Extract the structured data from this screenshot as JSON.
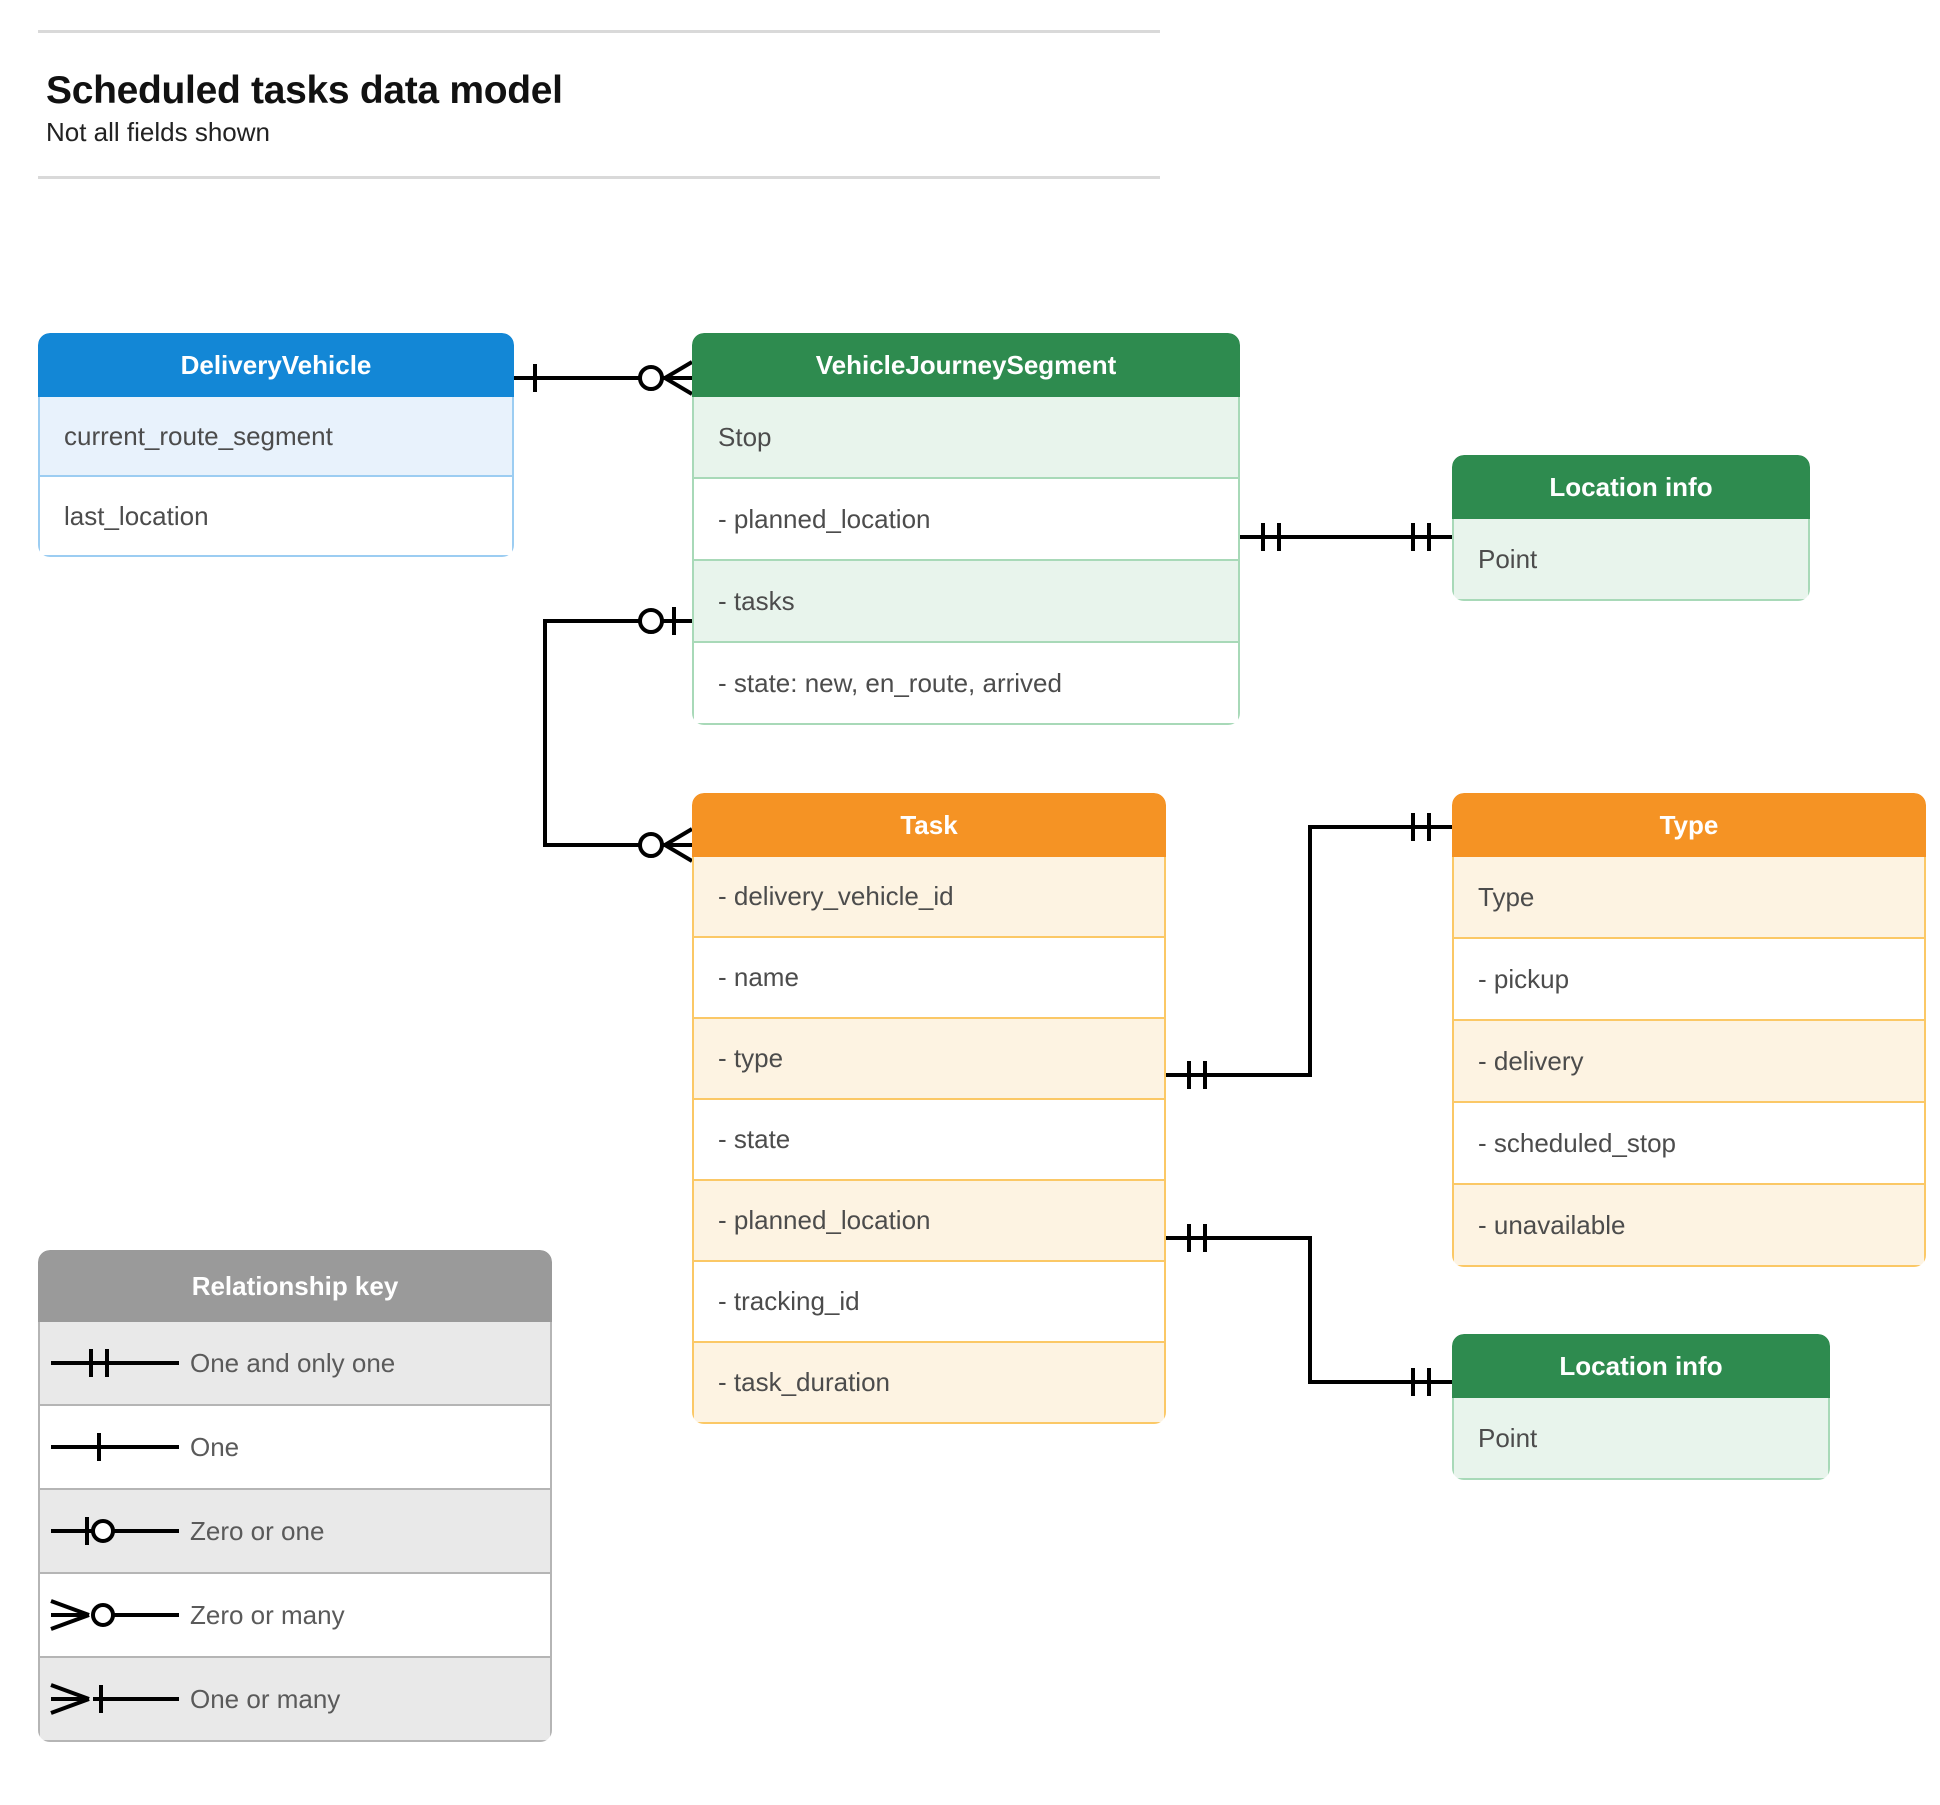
{
  "header": {
    "title": "Scheduled tasks data model",
    "subtitle": "Not all fields shown"
  },
  "entities": {
    "delivery_vehicle": {
      "title": "DeliveryVehicle",
      "color": "#1387d6",
      "rows": [
        "current_route_segment",
        "last_location"
      ]
    },
    "vehicle_journey_segment": {
      "title": "VehicleJourneySegment",
      "color": "#2e8b4f",
      "rows": [
        "Stop",
        "-  planned_location",
        "- tasks",
        "- state: new, en_route, arrived"
      ]
    },
    "location_info_top": {
      "title": "Location info",
      "color": "#2e8b4f",
      "rows": [
        "Point"
      ]
    },
    "task": {
      "title": "Task",
      "color": "#f59324",
      "rows": [
        "- delivery_vehicle_id",
        "- name",
        "- type",
        "- state",
        "- planned_location",
        "- tracking_id",
        "- task_duration"
      ]
    },
    "type": {
      "title": "Type",
      "color": "#f59324",
      "rows": [
        "Type",
        "-  pickup",
        "-  delivery",
        "-  scheduled_stop",
        "-  unavailable"
      ]
    },
    "location_info_bottom": {
      "title": "Location info",
      "color": "#2e8b4f",
      "rows": [
        "Point"
      ]
    }
  },
  "legend": {
    "title": "Relationship key",
    "color": "#9a9a9a",
    "items": [
      {
        "glyph": "one-and-only-one-icon",
        "label": "One and only one"
      },
      {
        "glyph": "one-icon",
        "label": "One"
      },
      {
        "glyph": "zero-or-one-icon",
        "label": "Zero or one"
      },
      {
        "glyph": "zero-or-many-icon",
        "label": "Zero or many"
      },
      {
        "glyph": "one-or-many-icon",
        "label": "One or many"
      }
    ]
  },
  "relationships": [
    {
      "from": "delivery_vehicle",
      "to": "vehicle_journey_segment",
      "from_marker": "one",
      "to_marker": "zero-or-many"
    },
    {
      "from": "vehicle_journey_segment.tasks",
      "to": "task",
      "from_marker": "zero-or-one",
      "to_marker": "zero-or-many"
    },
    {
      "from": "vehicle_journey_segment.planned_location",
      "to": "location_info_top",
      "from_marker": "one-and-only-one",
      "to_marker": "one-and-only-one"
    },
    {
      "from": "task.type",
      "to": "type",
      "from_marker": "one-and-only-one",
      "to_marker": "one-and-only-one"
    },
    {
      "from": "task.planned_location",
      "to": "location_info_bottom",
      "from_marker": "one-and-only-one",
      "to_marker": "one-and-only-one"
    }
  ]
}
